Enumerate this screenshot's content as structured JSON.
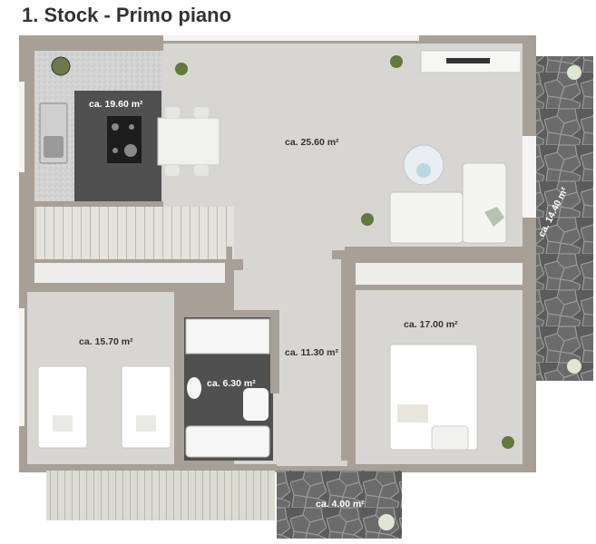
{
  "title": "1. Stock - Primo piano",
  "colors": {
    "wall": "#a89f96",
    "floor": "#d7d5d2",
    "kitchen_floor": "#4f4f4f",
    "granite": "#cfcfcf",
    "stone": "#5d5d5d",
    "deck": "#d9d9d2",
    "label_dark": "#333333",
    "label_light": "#ffffff"
  },
  "rooms": [
    {
      "id": "kitchen",
      "area": "ca. 19.60 m²"
    },
    {
      "id": "living",
      "area": "ca. 25.60 m²"
    },
    {
      "id": "terrace",
      "area": "ca. 14.40 m²"
    },
    {
      "id": "bedroom1",
      "area": "ca. 15.70 m²"
    },
    {
      "id": "bathroom",
      "area": "ca. 6.30 m²"
    },
    {
      "id": "hallway",
      "area": "ca. 11.30 m²"
    },
    {
      "id": "bedroom2",
      "area": "ca. 17.00 m²"
    },
    {
      "id": "balcony",
      "area": "ca. 4.00 m²"
    }
  ]
}
